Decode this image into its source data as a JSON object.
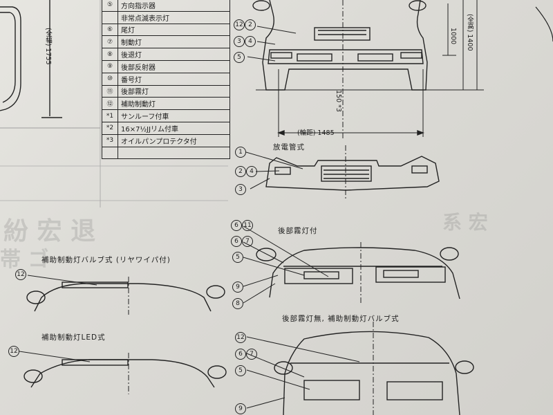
{
  "legend": [
    {
      "num": "⑤",
      "text": "方向指示器"
    },
    {
      "num": "⑥",
      "text": "尾灯"
    },
    {
      "num": "⑦",
      "text": "制動灯"
    },
    {
      "num": "⑧",
      "text": "後退灯"
    },
    {
      "num": "⑨",
      "text": "後部反射器"
    },
    {
      "num": "⑩",
      "text": "番号灯"
    },
    {
      "num": "⑪",
      "text": "後部霧灯"
    },
    {
      "num": "⑫",
      "text": "補助制動灯"
    },
    {
      "num": "*1",
      "text": "サンルーフ付車"
    },
    {
      "num": "*2",
      "text": "16×7½JJリム付車"
    },
    {
      "num": "*3",
      "text": "オイルパンプロテクタ付"
    },
    {
      "num": "",
      "text": ""
    }
  ],
  "legend_sub": "非常点滅表示灯",
  "dims": {
    "side_height": "(全幅) 1755",
    "overall_height": "(全高) 1400",
    "mirror_height": "1000",
    "ground_clearance": "150 *3",
    "tread": "(輪距) 1485"
  },
  "sections": {
    "discharge": "放電管式",
    "rear_fog": "後部霧灯付",
    "bulb_wiper": "補助制動灯バルブ式 (リヤワイパ付)",
    "led": "補助制動灯LED式",
    "no_fog_bulb": "後部霧灯無, 補助制動灯バルブ式"
  },
  "callouts": {
    "c1": "1",
    "c2": "2",
    "c3": "3",
    "c4": "4",
    "c5": "5",
    "c6": "6",
    "c7": "7",
    "c8": "8",
    "c9": "9",
    "c11": "11",
    "c12": "12"
  }
}
